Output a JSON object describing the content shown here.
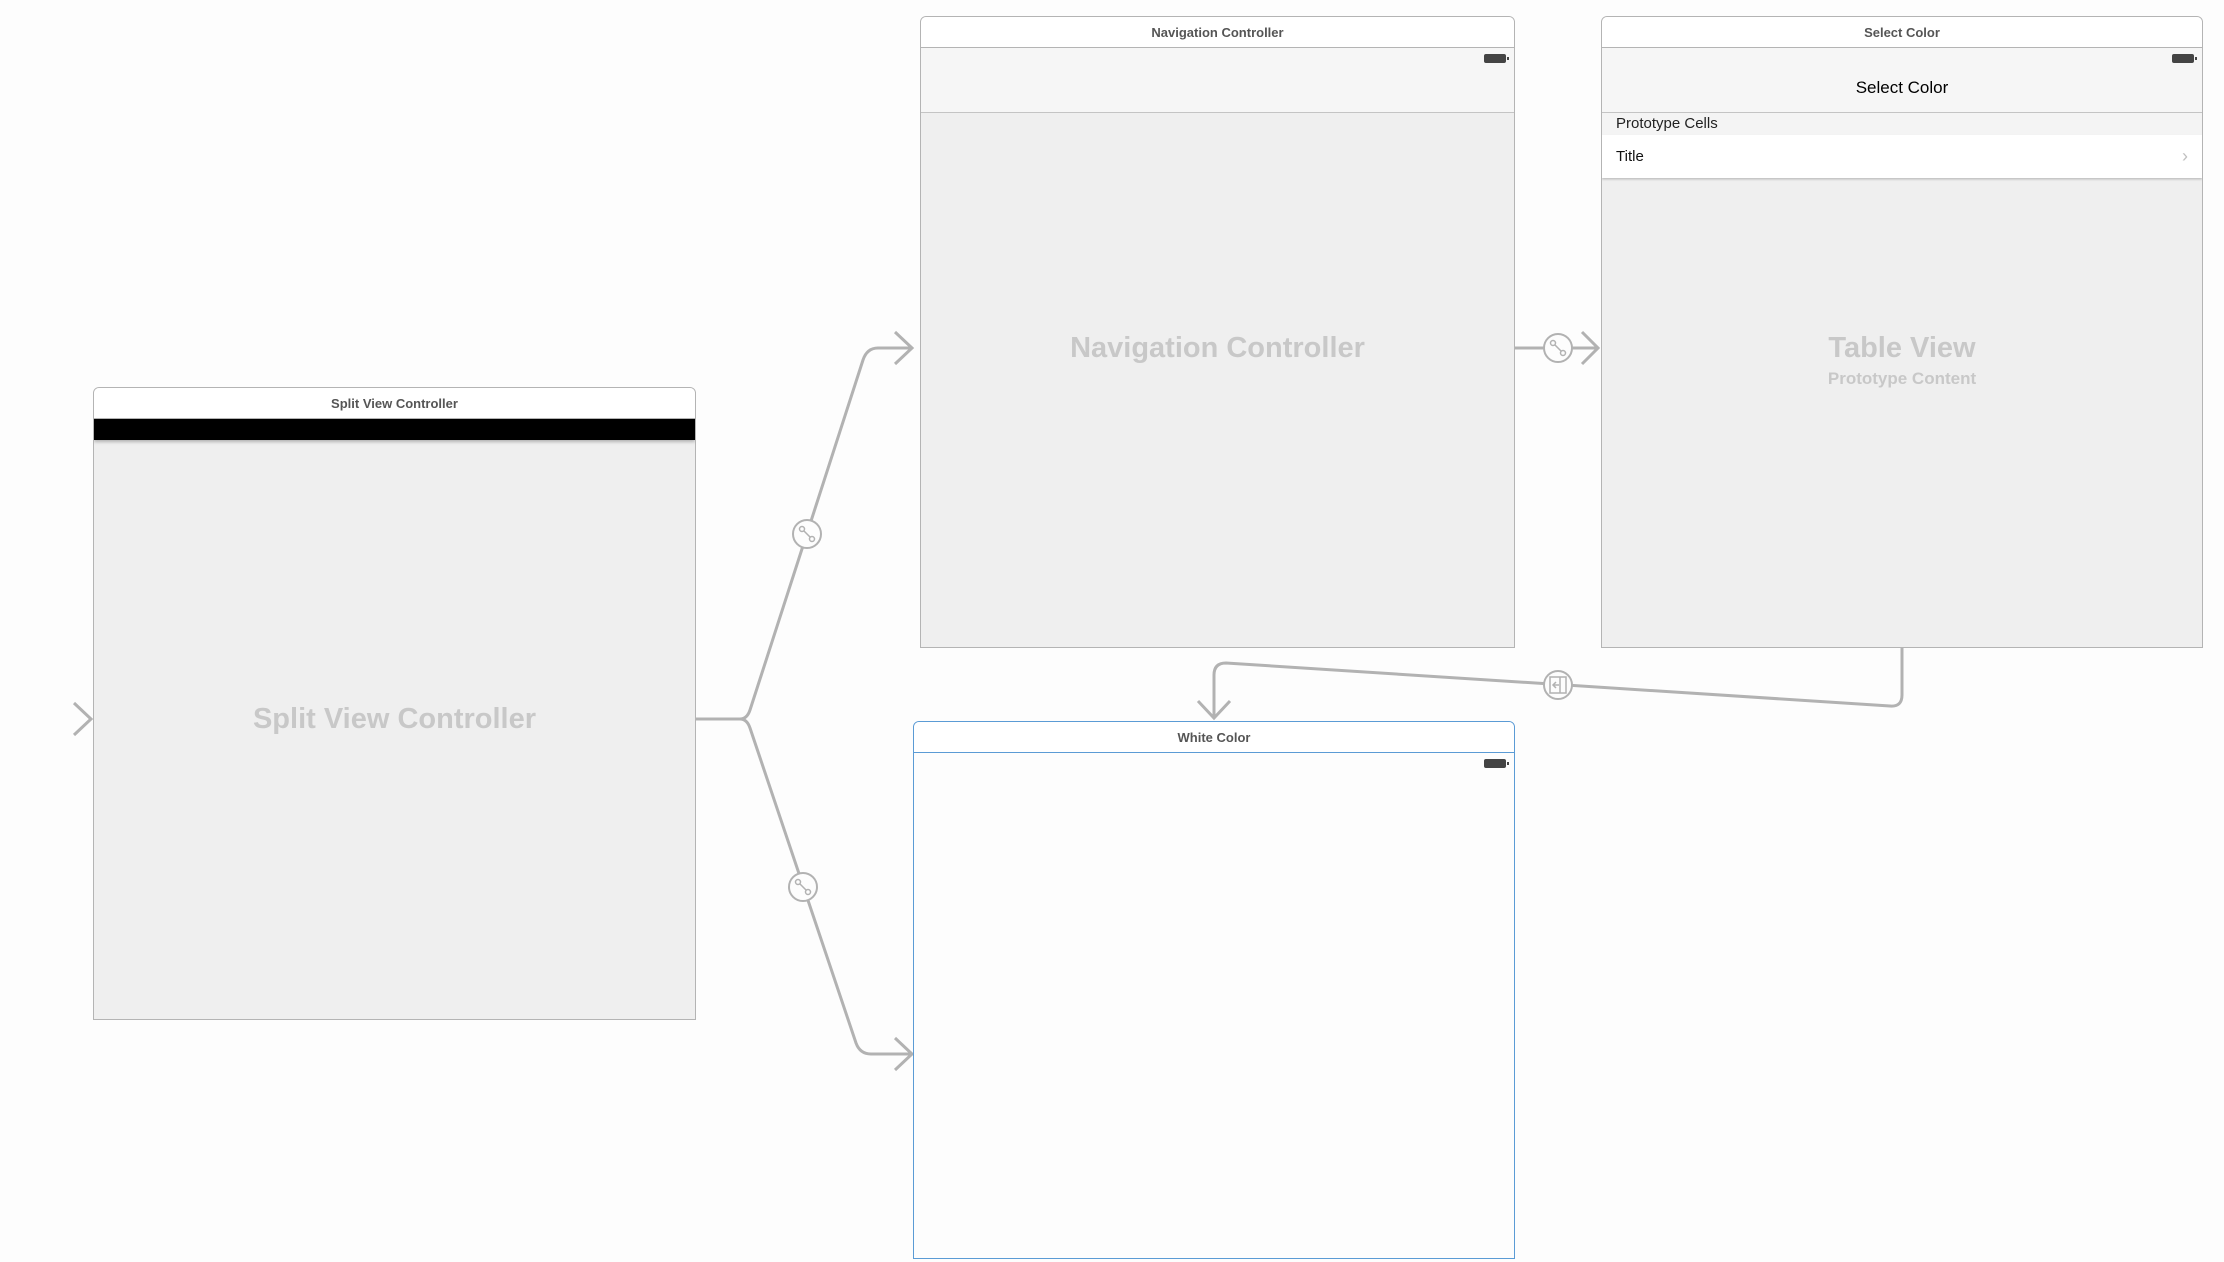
{
  "canvas": {
    "background": "#fdfdfd",
    "selection_color": "#5b9bd5",
    "connector_color": "#b2b2b2"
  },
  "scenes": {
    "split_view": {
      "header": "Split View Controller",
      "center_label": "Split View Controller"
    },
    "navigation": {
      "header": "Navigation Controller",
      "center_label": "Navigation Controller"
    },
    "select_color": {
      "header": "Select Color",
      "nav_title": "Select Color",
      "section_header": "Prototype Cells",
      "cell_title": "Title",
      "center_label": "Table View",
      "center_sublabel": "Prototype Content"
    },
    "white_color": {
      "header": "White Color",
      "selected": true
    }
  },
  "segues": [
    {
      "from": "entry",
      "to": "split_view",
      "type": "initial",
      "icon": "entry-arrow"
    },
    {
      "from": "split_view",
      "to": "navigation",
      "type": "relationship",
      "icon": "relationship-icon"
    },
    {
      "from": "split_view",
      "to": "white_color",
      "type": "relationship",
      "icon": "relationship-icon"
    },
    {
      "from": "navigation",
      "to": "select_color",
      "type": "relationship",
      "icon": "relationship-icon"
    },
    {
      "from": "select_color",
      "to": "white_color",
      "type": "show-detail",
      "icon": "show-detail-icon"
    }
  ]
}
